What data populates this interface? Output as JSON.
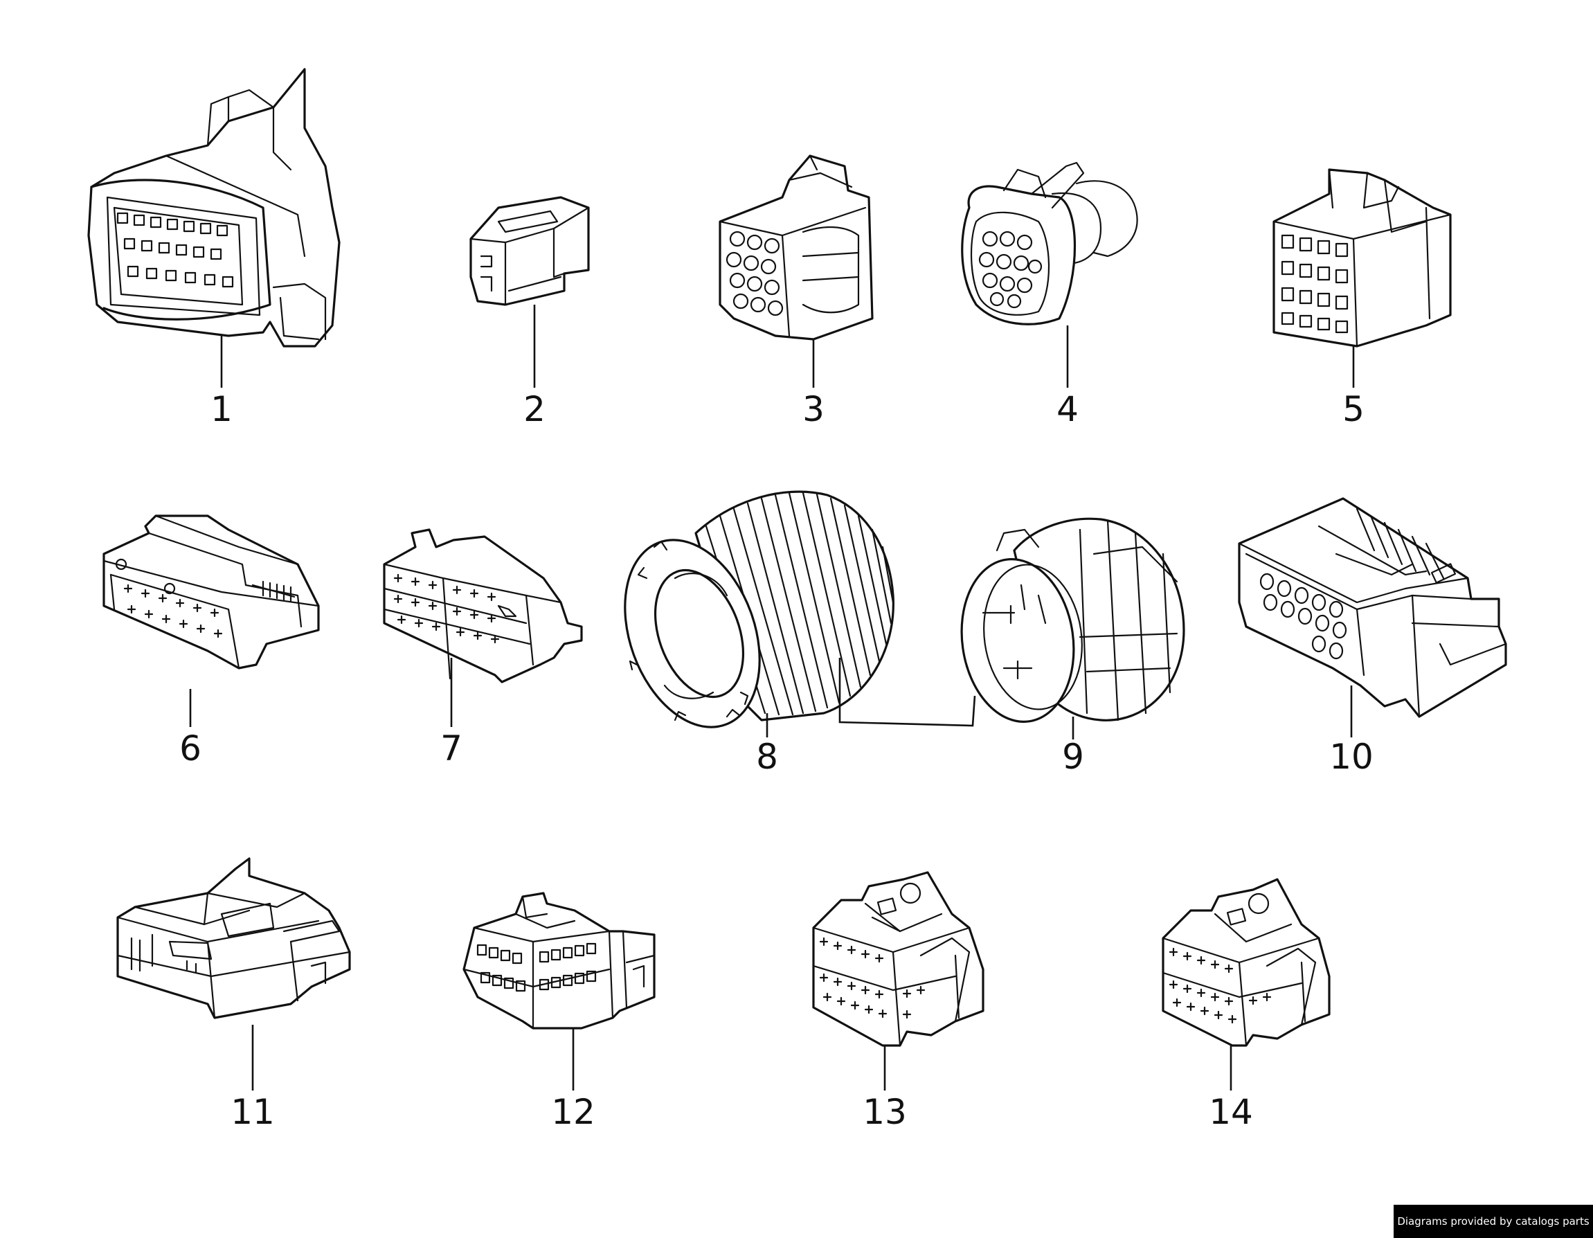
{
  "parts": [
    {
      "label": "1"
    },
    {
      "label": "2"
    },
    {
      "label": "3"
    },
    {
      "label": "4"
    },
    {
      "label": "5"
    },
    {
      "label": "6"
    },
    {
      "label": "7"
    },
    {
      "label": "8"
    },
    {
      "label": "9"
    },
    {
      "label": "10"
    },
    {
      "label": "11"
    },
    {
      "label": "12"
    },
    {
      "label": "13"
    },
    {
      "label": "14"
    }
  ],
  "credit": "Diagrams provided by catalogs parts",
  "colors": {
    "line": "#111111",
    "background": "#ffffff",
    "credit_bg": "#000000",
    "credit_text": "#ffffff"
  }
}
